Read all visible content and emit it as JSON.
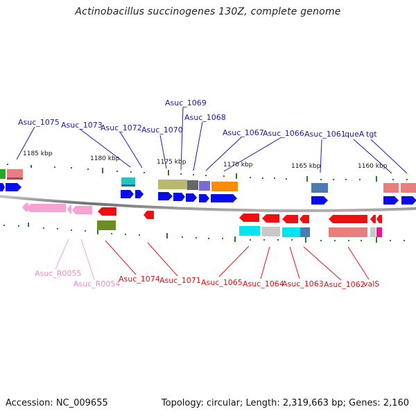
{
  "title": "Actinobacillus succinogenes 130Z, complete genome",
  "accession": "Accession: NC_009655",
  "summary": "Topology: circular; Length: 2,319,663 bp; Genes: 2,160",
  "colors": {
    "forward_label": "#1a1aa6",
    "reverse_label": "#e01010",
    "rna_label": "#f08ac8",
    "backbone": "#808080",
    "tick": "#2a7a2a"
  },
  "kbp_markers": [
    "1185 kbp",
    "1180 kbp",
    "1175 kbp",
    "1170 kbp",
    "1165 kbp",
    "1160 kbp"
  ],
  "forward_labels": [
    "Asuc_1075",
    "Asuc_1073",
    "Asuc_1072",
    "Asuc_1070",
    "Asuc_1069",
    "Asuc_1068",
    "Asuc_1067",
    "Asuc_1066",
    "Asuc_1061",
    "queA",
    "tgt"
  ],
  "reverse_labels": [
    "Asuc_R0055",
    "Asuc_R0054",
    "Asuc_1074",
    "Asuc_1071",
    "Asuc_1065",
    "Asuc_1064",
    "Asuc_1063",
    "Asuc_1062",
    "valS"
  ]
}
